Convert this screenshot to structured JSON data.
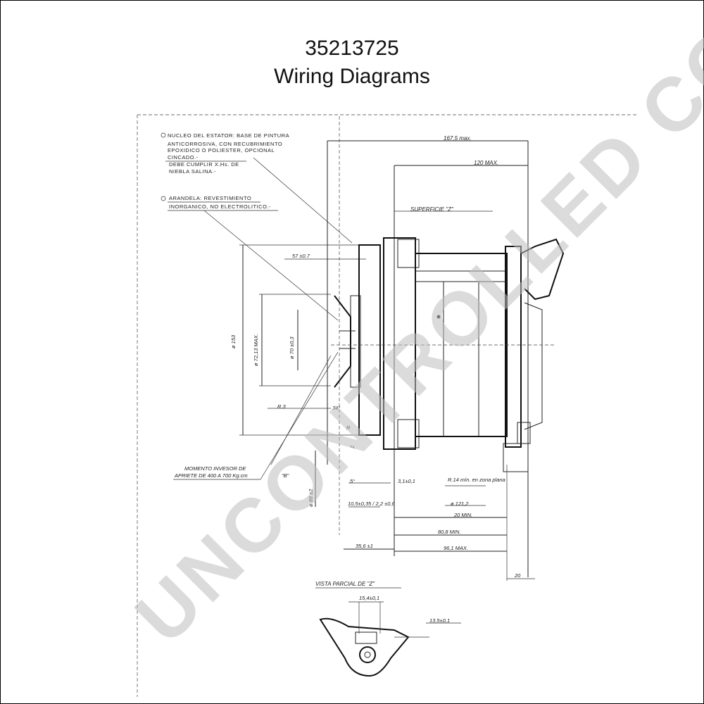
{
  "header": {
    "part_number": "35213725",
    "title": "Wiring Diagrams"
  },
  "notes": {
    "stator": [
      "NUCLEO DEL ESTATOR: BASE DE PINTURA",
      "ANTICORROSIVA, CON RECUBRIMIENTO",
      "EPOXIDICO O POLIESTER, OPCIONAL",
      "CINCADO.-"
    ],
    "salt": [
      "DEBE CUMPLIR X.Hs. DE",
      "NIEBLA SALINA.-"
    ],
    "washer": [
      "ARANDELA: REVESTIMIENTO",
      "INORGANICO, NO ELECTROLITICO.-"
    ],
    "torque": [
      "MOMENTO INVESOR DE",
      "APRIETE DE 400 A 700 Kg.cm"
    ]
  },
  "dimensions": {
    "d1": "167,5 max.",
    "d2": "120 MAX.",
    "d3": "SUPERFICIE \"Z\"",
    "d4": "57 ±0.7",
    "d5": "ø 153",
    "d6": "ø 72,13 MAX.",
    "d7": "ø 70 ±0,3",
    "d8": "R.3",
    "d9": "34°",
    "d10": "R",
    "d11": "2",
    "d12": "\"B\"",
    "d13": "ø 88 ±2",
    "d14": "5°",
    "d15": "3,1±0,1",
    "d16": "R.14 mín. en zona plana",
    "d17": "10,5±0,35 / 2,2 ±0,6",
    "d18": "ø 121,2",
    "d19": "20 MIN.",
    "d20": "80,8 MIN.",
    "d21": "35,6 ±1",
    "d22": "96,1 MAX.",
    "d23": "20",
    "d24": "VISTA PARCIAL DE \"Z\"",
    "d25": "15,4±0,1",
    "d26": "13,5±0,1"
  },
  "watermark": "UNCONTROLLED COPY"
}
